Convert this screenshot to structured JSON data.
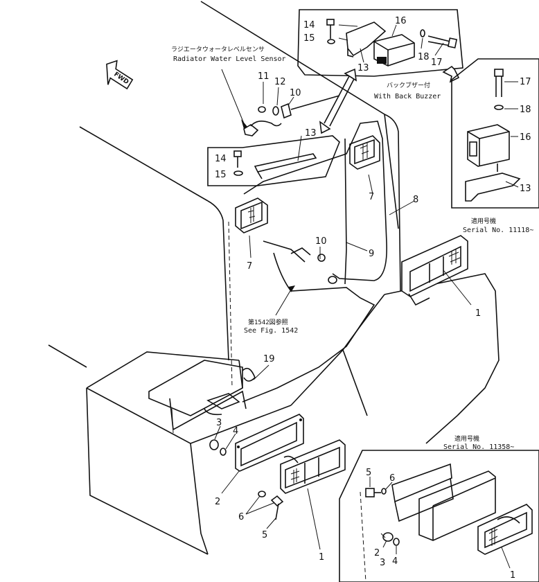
{
  "orientation": {
    "fwd": "FWD"
  },
  "captions": {
    "radiator_jp": "ラジエータウォータレベルセンサ",
    "radiator_en": "Radiator Water Level Sensor",
    "buzzer_jp": "バックブザー付",
    "buzzer_en": "With Back Buzzer",
    "serial1_jp": "適用号機",
    "serial1_en": "Serial No. 11118~",
    "serial2_jp": "適用号機",
    "serial2_en": "Serial No. 11358~",
    "see_jp": "第1542図参照",
    "see_en": "See Fig. 1542"
  },
  "parts": {
    "p1": "1",
    "p2": "2",
    "p3": "3",
    "p4": "4",
    "p5": "5",
    "p6": "6",
    "p7": "7",
    "p8": "8",
    "p9": "9",
    "p10": "10",
    "p11": "11",
    "p12": "12",
    "p13": "13",
    "p14": "14",
    "p15": "15",
    "p16": "16",
    "p17": "17",
    "p18": "18",
    "p19": "19"
  }
}
